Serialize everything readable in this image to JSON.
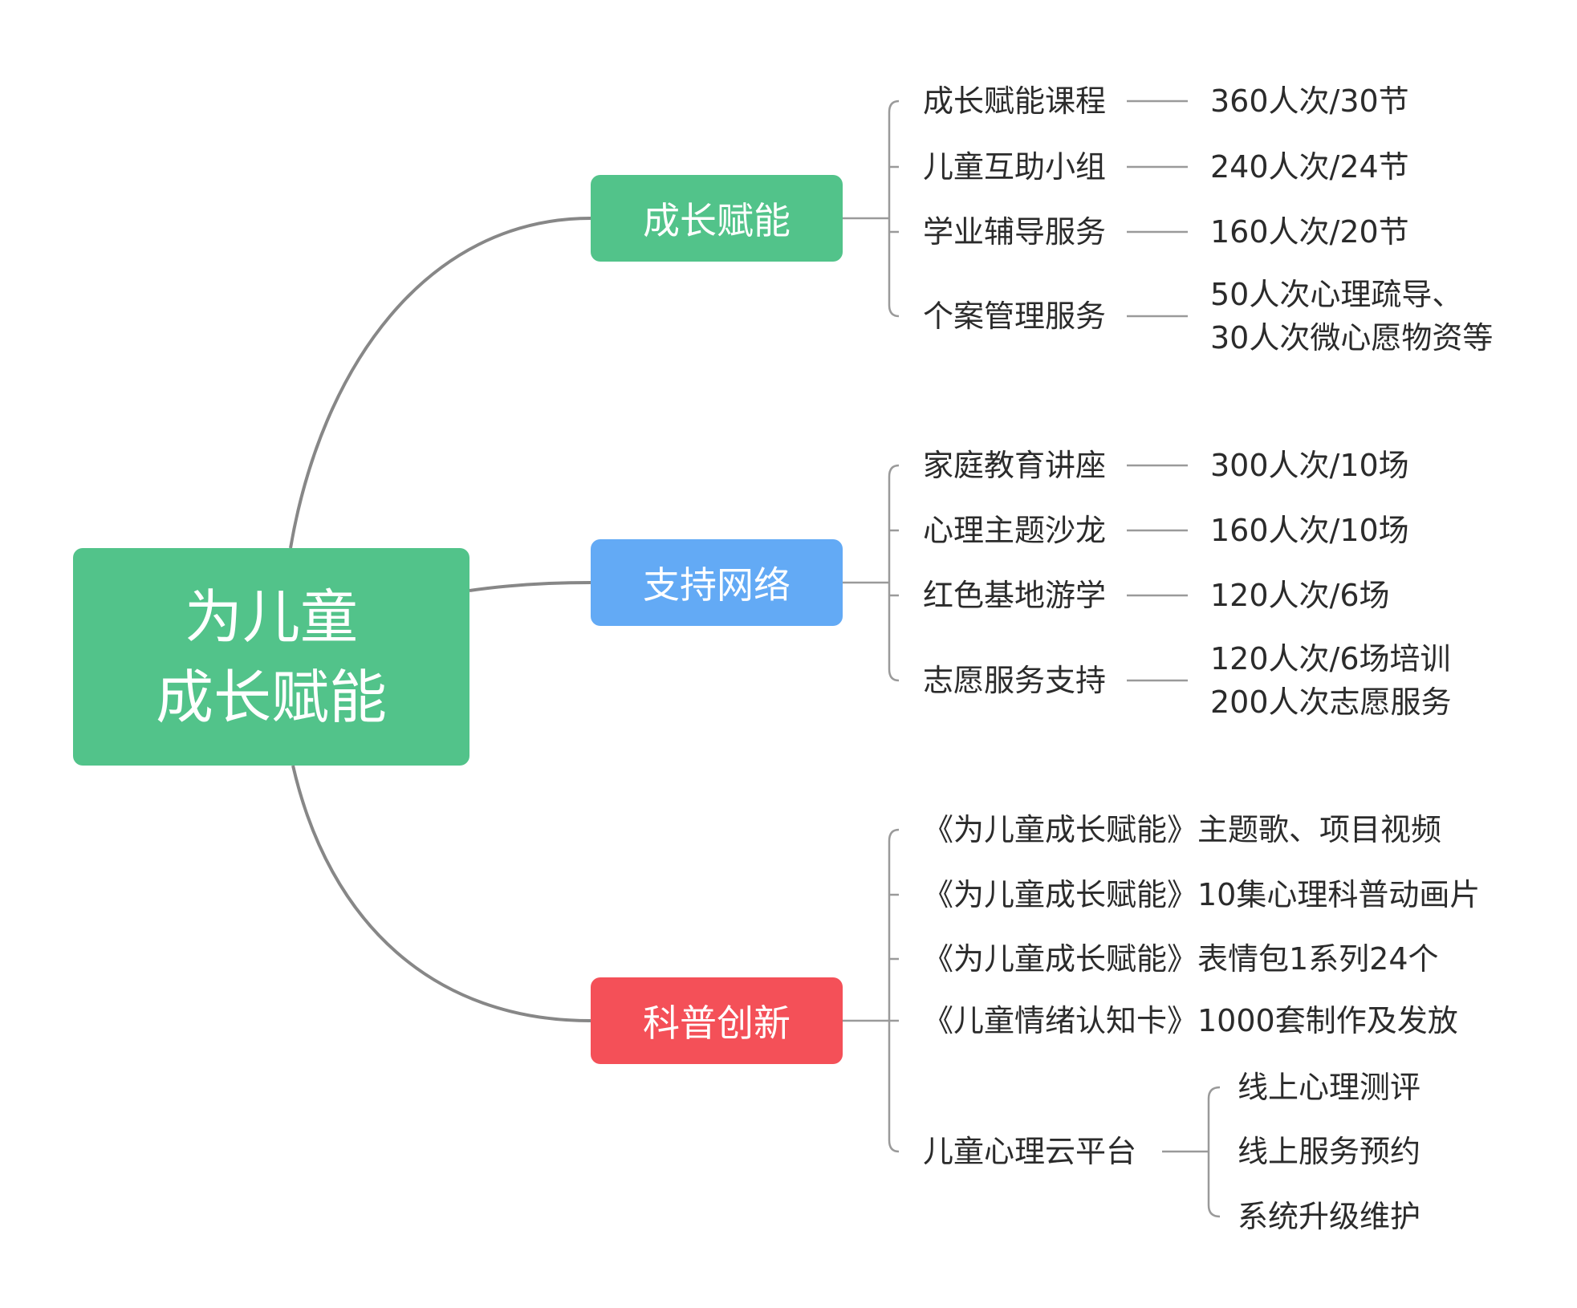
{
  "colors": {
    "root": "#52c38a",
    "growth": "#52c38a",
    "support": "#63aaf5",
    "science": "#f45058",
    "line_main": "#878787",
    "line_sub": "#9a9a9a"
  },
  "root": {
    "line1": "为儿童",
    "line2": "成长赋能"
  },
  "branches": {
    "growth": {
      "label": "成长赋能",
      "items": [
        {
          "label": "成长赋能课程",
          "value": "360人次/30节"
        },
        {
          "label": "儿童互助小组",
          "value": "240人次/24节"
        },
        {
          "label": "学业辅导服务",
          "value": "160人次/20节"
        },
        {
          "label": "个案管理服务",
          "value_line1": "50人次心理疏导、",
          "value_line2": "30人次微心愿物资等"
        }
      ]
    },
    "support": {
      "label": "支持网络",
      "items": [
        {
          "label": "家庭教育讲座",
          "value": "300人次/10场"
        },
        {
          "label": "心理主题沙龙",
          "value": "160人次/10场"
        },
        {
          "label": "红色基地游学",
          "value": "120人次/6场"
        },
        {
          "label": "志愿服务支持",
          "value_line1": "120人次/6场培训",
          "value_line2": "200人次志愿服务"
        }
      ]
    },
    "science": {
      "label": "科普创新",
      "items": [
        {
          "label": "《为儿童成长赋能》主题歌、项目视频"
        },
        {
          "label": "《为儿童成长赋能》10集心理科普动画片"
        },
        {
          "label": "《为儿童成长赋能》表情包1系列24个"
        },
        {
          "label": "《儿童情绪认知卡》1000套制作及发放"
        },
        {
          "label": "儿童心理云平台",
          "children": [
            "线上心理测评",
            "线上服务预约",
            "系统升级维护"
          ]
        }
      ]
    }
  }
}
